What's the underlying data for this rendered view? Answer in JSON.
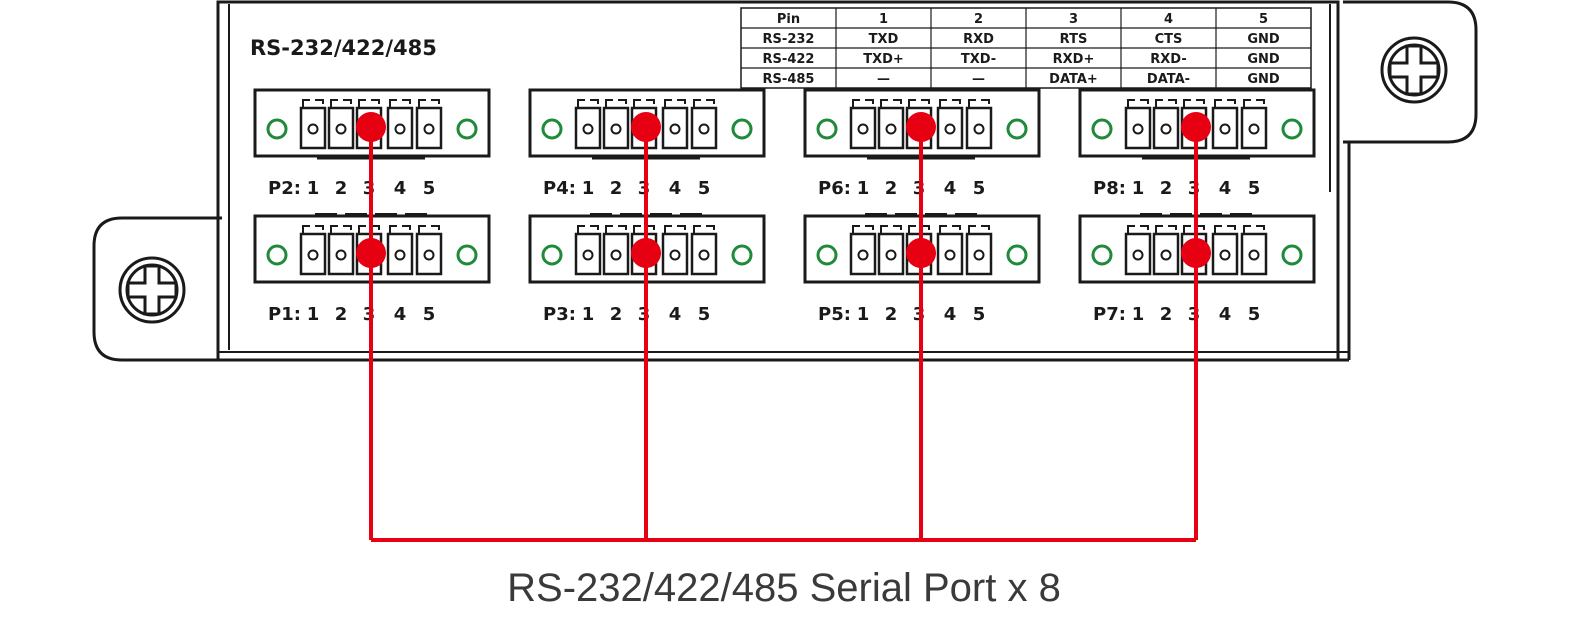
{
  "panel_title": "RS-232/422/485",
  "pin_table": {
    "header": [
      "Pin",
      "1",
      "2",
      "3",
      "4",
      "5"
    ],
    "rows": [
      [
        "RS-232",
        "TXD",
        "RXD",
        "RTS",
        "CTS",
        "GND"
      ],
      [
        "RS-422",
        "TXD+",
        "TXD-",
        "RXD+",
        "RXD-",
        "GND"
      ],
      [
        "RS-485",
        "—",
        "—",
        "DATA+",
        "DATA-",
        "GND"
      ]
    ]
  },
  "ports": {
    "top": [
      "P2:",
      "P4:",
      "P6:",
      "P8:"
    ],
    "bottom": [
      "P1:",
      "P3:",
      "P5:",
      "P7:"
    ]
  },
  "pin_numbers": [
    "1",
    "2",
    "3",
    "4",
    "5"
  ],
  "caption": "RS-232/422/485 Serial Port x 8",
  "colors": {
    "line": "#1a1a1a",
    "connector_circle": "#1e8a3a",
    "highlight": "#e60012",
    "caption_text": "#3a3a3a"
  }
}
